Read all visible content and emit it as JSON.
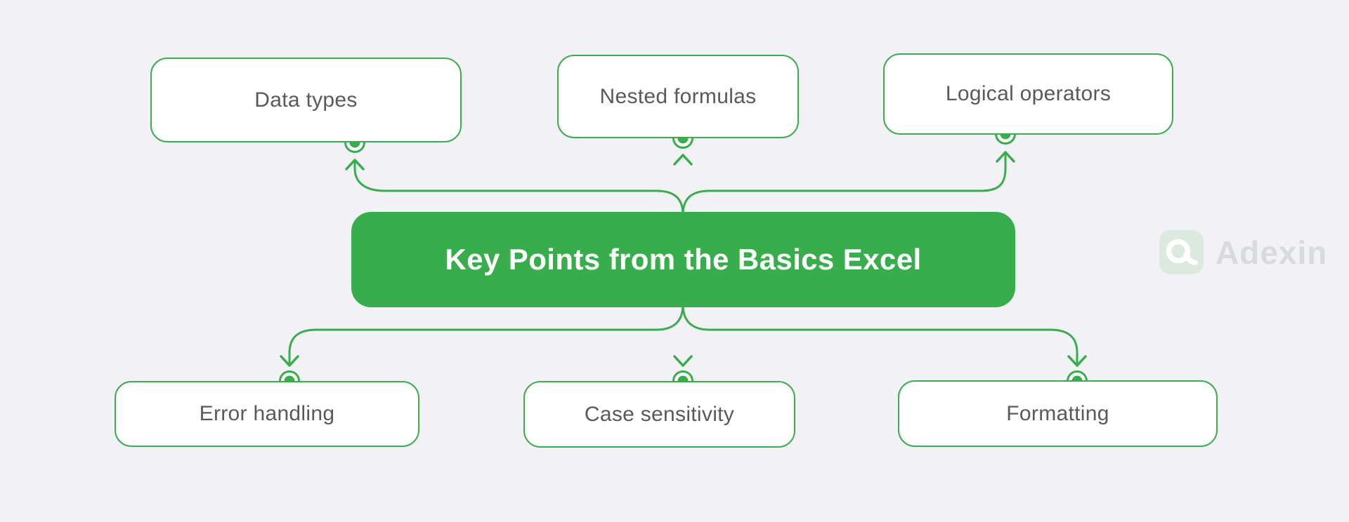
{
  "diagram": {
    "title": "Key Points from the Basics Excel",
    "top_nodes": [
      {
        "label": "Data types"
      },
      {
        "label": "Nested formulas"
      },
      {
        "label": "Logical operators"
      }
    ],
    "bottom_nodes": [
      {
        "label": "Error handling"
      },
      {
        "label": "Case sensitivity"
      },
      {
        "label": "Formatting"
      }
    ],
    "colors": {
      "accent_green": "#38ad4c",
      "node_border": "#3bac4f",
      "node_background": "#ffffff",
      "label_text": "#58595b",
      "title_text": "#ffffff",
      "background": "#f1f1f6"
    }
  },
  "watermark": {
    "brand": "Adexin",
    "logo_icon": "adexin-a-mark",
    "text_color": "#d9dade",
    "tile_color": "#dbe9df"
  }
}
